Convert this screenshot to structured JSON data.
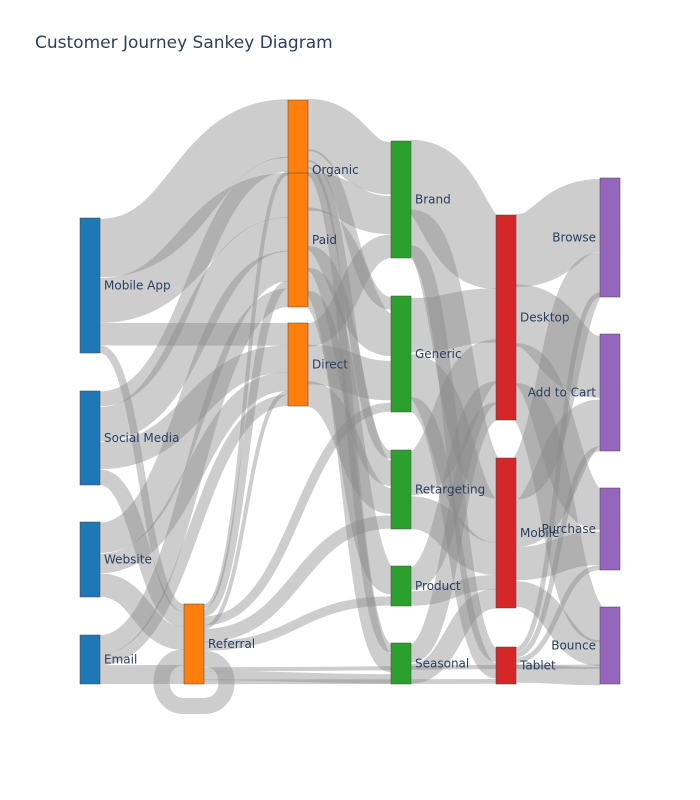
{
  "chart_data": {
    "type": "sankey",
    "title": "Customer Journey Sankey Diagram",
    "colors": {
      "source": "#1f77b4",
      "channel": "#ff7f0e",
      "campaign": "#2ca02c",
      "device": "#d62728",
      "action": "#9467bd",
      "link": "#888888"
    },
    "nodes": [
      {
        "id": "mobile_app",
        "label": "Mobile App",
        "group": "source"
      },
      {
        "id": "social_media",
        "label": "Social Media",
        "group": "source"
      },
      {
        "id": "website",
        "label": "Website",
        "group": "source"
      },
      {
        "id": "email",
        "label": "Email",
        "group": "source"
      },
      {
        "id": "referral",
        "label": "Referral",
        "group": "channel"
      },
      {
        "id": "organic",
        "label": "Organic",
        "group": "channel"
      },
      {
        "id": "paid",
        "label": "Paid",
        "group": "channel"
      },
      {
        "id": "direct",
        "label": "Direct",
        "group": "channel"
      },
      {
        "id": "brand",
        "label": "Brand",
        "group": "campaign"
      },
      {
        "id": "generic",
        "label": "Generic",
        "group": "campaign"
      },
      {
        "id": "retargeting",
        "label": "Retargeting",
        "group": "campaign"
      },
      {
        "id": "product",
        "label": "Product",
        "group": "campaign"
      },
      {
        "id": "seasonal",
        "label": "Seasonal",
        "group": "campaign"
      },
      {
        "id": "desktop",
        "label": "Desktop",
        "group": "device"
      },
      {
        "id": "mobile",
        "label": "Mobile",
        "group": "device"
      },
      {
        "id": "tablet",
        "label": "Tablet",
        "group": "device"
      },
      {
        "id": "browse",
        "label": "Browse",
        "group": "action"
      },
      {
        "id": "add_to_cart",
        "label": "Add to Cart",
        "group": "action"
      },
      {
        "id": "purchase",
        "label": "Purchase",
        "group": "action"
      },
      {
        "id": "bounce",
        "label": "Bounce",
        "group": "action"
      }
    ],
    "links": [
      {
        "source": "mobile_app",
        "target": "organic",
        "value": 16
      },
      {
        "source": "mobile_app",
        "target": "paid",
        "value": 12
      },
      {
        "source": "mobile_app",
        "target": "direct",
        "value": 6
      },
      {
        "source": "mobile_app",
        "target": "referral",
        "value": 2
      },
      {
        "source": "social_media",
        "target": "paid",
        "value": 9
      },
      {
        "source": "social_media",
        "target": "organic",
        "value": 4
      },
      {
        "source": "social_media",
        "target": "direct",
        "value": 7
      },
      {
        "source": "social_media",
        "target": "referral",
        "value": 4
      },
      {
        "source": "website",
        "target": "paid",
        "value": 8
      },
      {
        "source": "website",
        "target": "direct",
        "value": 5
      },
      {
        "source": "website",
        "target": "referral",
        "value": 6
      },
      {
        "source": "email",
        "target": "paid",
        "value": 5
      },
      {
        "source": "email",
        "target": "direct",
        "value": 3
      },
      {
        "source": "email",
        "target": "referral",
        "value": 5
      },
      {
        "source": "referral",
        "target": "paid",
        "value": 2
      },
      {
        "source": "referral",
        "target": "organic",
        "value": 1
      },
      {
        "source": "referral",
        "target": "direct",
        "value": 1
      },
      {
        "source": "referral",
        "target": "generic",
        "value": 2
      },
      {
        "source": "referral",
        "target": "retargeting",
        "value": 3
      },
      {
        "source": "referral",
        "target": "product",
        "value": 2
      },
      {
        "source": "referral",
        "target": "seasonal",
        "value": 2
      },
      {
        "source": "referral",
        "target": "tablet",
        "value": 1
      },
      {
        "source": "referral",
        "target": "bounce",
        "value": 1
      },
      {
        "source": "referral",
        "target": "referral",
        "value": 4
      },
      {
        "source": "organic",
        "target": "brand",
        "value": 14
      },
      {
        "source": "organic",
        "target": "generic",
        "value": 3
      },
      {
        "source": "organic",
        "target": "retargeting",
        "value": 2
      },
      {
        "source": "organic",
        "target": "seasonal",
        "value": 2
      },
      {
        "source": "paid",
        "target": "brand",
        "value": 10
      },
      {
        "source": "paid",
        "target": "generic",
        "value": 10
      },
      {
        "source": "paid",
        "target": "retargeting",
        "value": 6
      },
      {
        "source": "paid",
        "target": "product",
        "value": 6
      },
      {
        "source": "paid",
        "target": "seasonal",
        "value": 4
      },
      {
        "source": "direct",
        "target": "brand",
        "value": 6
      },
      {
        "source": "direct",
        "target": "generic",
        "value": 9
      },
      {
        "source": "direct",
        "target": "retargeting",
        "value": 6
      },
      {
        "source": "brand",
        "target": "desktop",
        "value": 18
      },
      {
        "source": "brand",
        "target": "mobile",
        "value": 9
      },
      {
        "source": "brand",
        "target": "tablet",
        "value": 3
      },
      {
        "source": "generic",
        "target": "desktop",
        "value": 12
      },
      {
        "source": "generic",
        "target": "mobile",
        "value": 9
      },
      {
        "source": "generic",
        "target": "tablet",
        "value": 3
      },
      {
        "source": "retargeting",
        "target": "desktop",
        "value": 10
      },
      {
        "source": "retargeting",
        "target": "mobile",
        "value": 7
      },
      {
        "source": "product",
        "target": "desktop",
        "value": 5
      },
      {
        "source": "product",
        "target": "mobile",
        "value": 3
      },
      {
        "source": "seasonal",
        "target": "desktop",
        "value": 4
      },
      {
        "source": "seasonal",
        "target": "mobile",
        "value": 4
      },
      {
        "source": "desktop",
        "target": "browse",
        "value": 17
      },
      {
        "source": "desktop",
        "target": "add_to_cart",
        "value": 14
      },
      {
        "source": "desktop",
        "target": "purchase",
        "value": 9
      },
      {
        "source": "desktop",
        "target": "bounce",
        "value": 9
      },
      {
        "source": "mobile",
        "target": "browse",
        "value": 9
      },
      {
        "source": "mobile",
        "target": "add_to_cart",
        "value": 10
      },
      {
        "source": "mobile",
        "target": "purchase",
        "value": 7
      },
      {
        "source": "mobile",
        "target": "bounce",
        "value": 6
      },
      {
        "source": "tablet",
        "target": "browse",
        "value": 1
      },
      {
        "source": "tablet",
        "target": "add_to_cart",
        "value": 1
      },
      {
        "source": "tablet",
        "target": "purchase",
        "value": 1
      },
      {
        "source": "tablet",
        "target": "bounce",
        "value": 4
      }
    ]
  }
}
